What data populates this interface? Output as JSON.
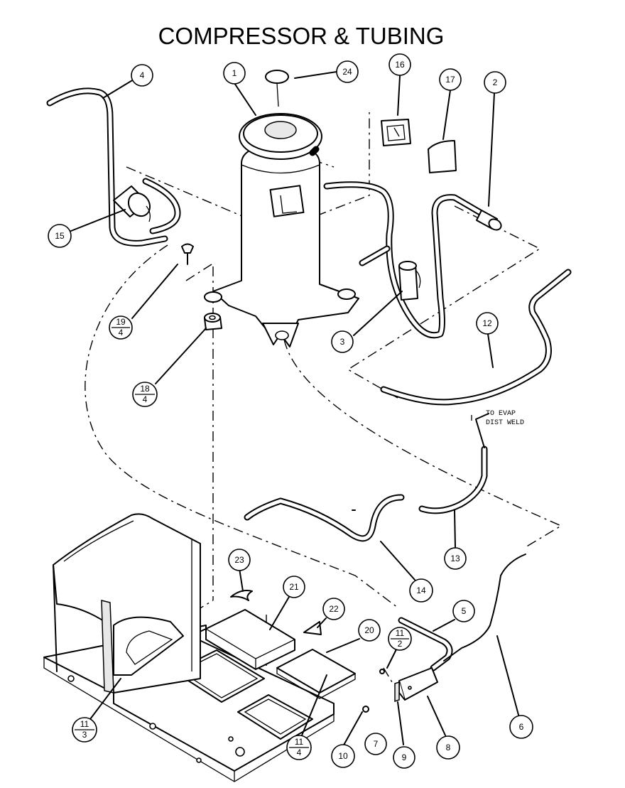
{
  "title": "COMPRESSOR & TUBING",
  "note": {
    "line1": "TO EVAP",
    "line2": "DIST WELD"
  },
  "callouts": [
    {
      "id": "c1",
      "label": "1"
    },
    {
      "id": "c24",
      "label": "24"
    },
    {
      "id": "c16",
      "label": "16"
    },
    {
      "id": "c17",
      "label": "17"
    },
    {
      "id": "c2",
      "label": "2"
    },
    {
      "id": "c4",
      "label": "4"
    },
    {
      "id": "c15",
      "label": "15"
    },
    {
      "id": "c19",
      "label": "19",
      "sub": "4"
    },
    {
      "id": "c18",
      "label": "18",
      "sub": "4"
    },
    {
      "id": "c3",
      "label": "3"
    },
    {
      "id": "c12",
      "label": "12"
    },
    {
      "id": "c13",
      "label": "13"
    },
    {
      "id": "c14",
      "label": "14"
    },
    {
      "id": "c23",
      "label": "23"
    },
    {
      "id": "c21",
      "label": "21"
    },
    {
      "id": "c22",
      "label": "22"
    },
    {
      "id": "c20",
      "label": "20"
    },
    {
      "id": "c11a",
      "label": "11",
      "sub": "2"
    },
    {
      "id": "c5",
      "label": "5"
    },
    {
      "id": "c6",
      "label": "6"
    },
    {
      "id": "c11b",
      "label": "11",
      "sub": "3"
    },
    {
      "id": "c11c",
      "label": "11",
      "sub": "4"
    },
    {
      "id": "c10",
      "label": "10"
    },
    {
      "id": "c7",
      "label": "7"
    },
    {
      "id": "c9",
      "label": "9"
    },
    {
      "id": "c8",
      "label": "8"
    }
  ]
}
